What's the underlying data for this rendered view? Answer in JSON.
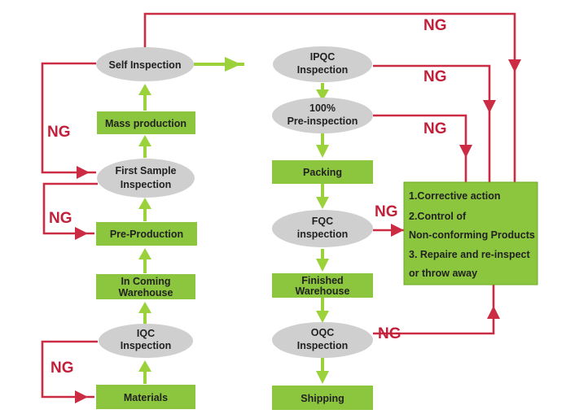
{
  "colors": {
    "box_fill": "#8cc63f",
    "oval_fill": "#cfcfcf",
    "ng_line": "#cc2b44",
    "ng_text": "#c2203a",
    "flow_arrow": "#9bd13a"
  },
  "nodes": {
    "self_inspection": "Self Inspection",
    "mass_production": "Mass production",
    "first_sample_1": "First Sample",
    "first_sample_2": "Inspection",
    "pre_production": "Pre-Production",
    "incoming_1": "In Coming",
    "incoming_2": "Warehouse",
    "iqc_1": "IQC",
    "iqc_2": "Inspection",
    "materials": "Materials",
    "ipqc_1": "IPQC",
    "ipqc_2": "Inspection",
    "pre100_1": "100%",
    "pre100_2": "Pre-inspection",
    "packing": "Packing",
    "fqc_1": "FQC",
    "fqc_2": "inspection",
    "finished_1": "Finished",
    "finished_2": "Warehouse",
    "oqc_1": "OQC",
    "oqc_2": "Inspection",
    "shipping": "Shipping"
  },
  "action_box": {
    "line1": "1.Corrective  action",
    "line2": "2.Control of",
    "line3": "Non-conforming Products",
    "line4": "3. Repaire and re-inspect",
    "line5": "or  throw  away"
  },
  "ng_labels": {
    "top": "NG",
    "ipqc": "NG",
    "pre_inspection": "NG",
    "first_sample": "NG",
    "pre_production": "NG",
    "fqc": "NG",
    "oqc": "NG",
    "iqc": "NG"
  }
}
